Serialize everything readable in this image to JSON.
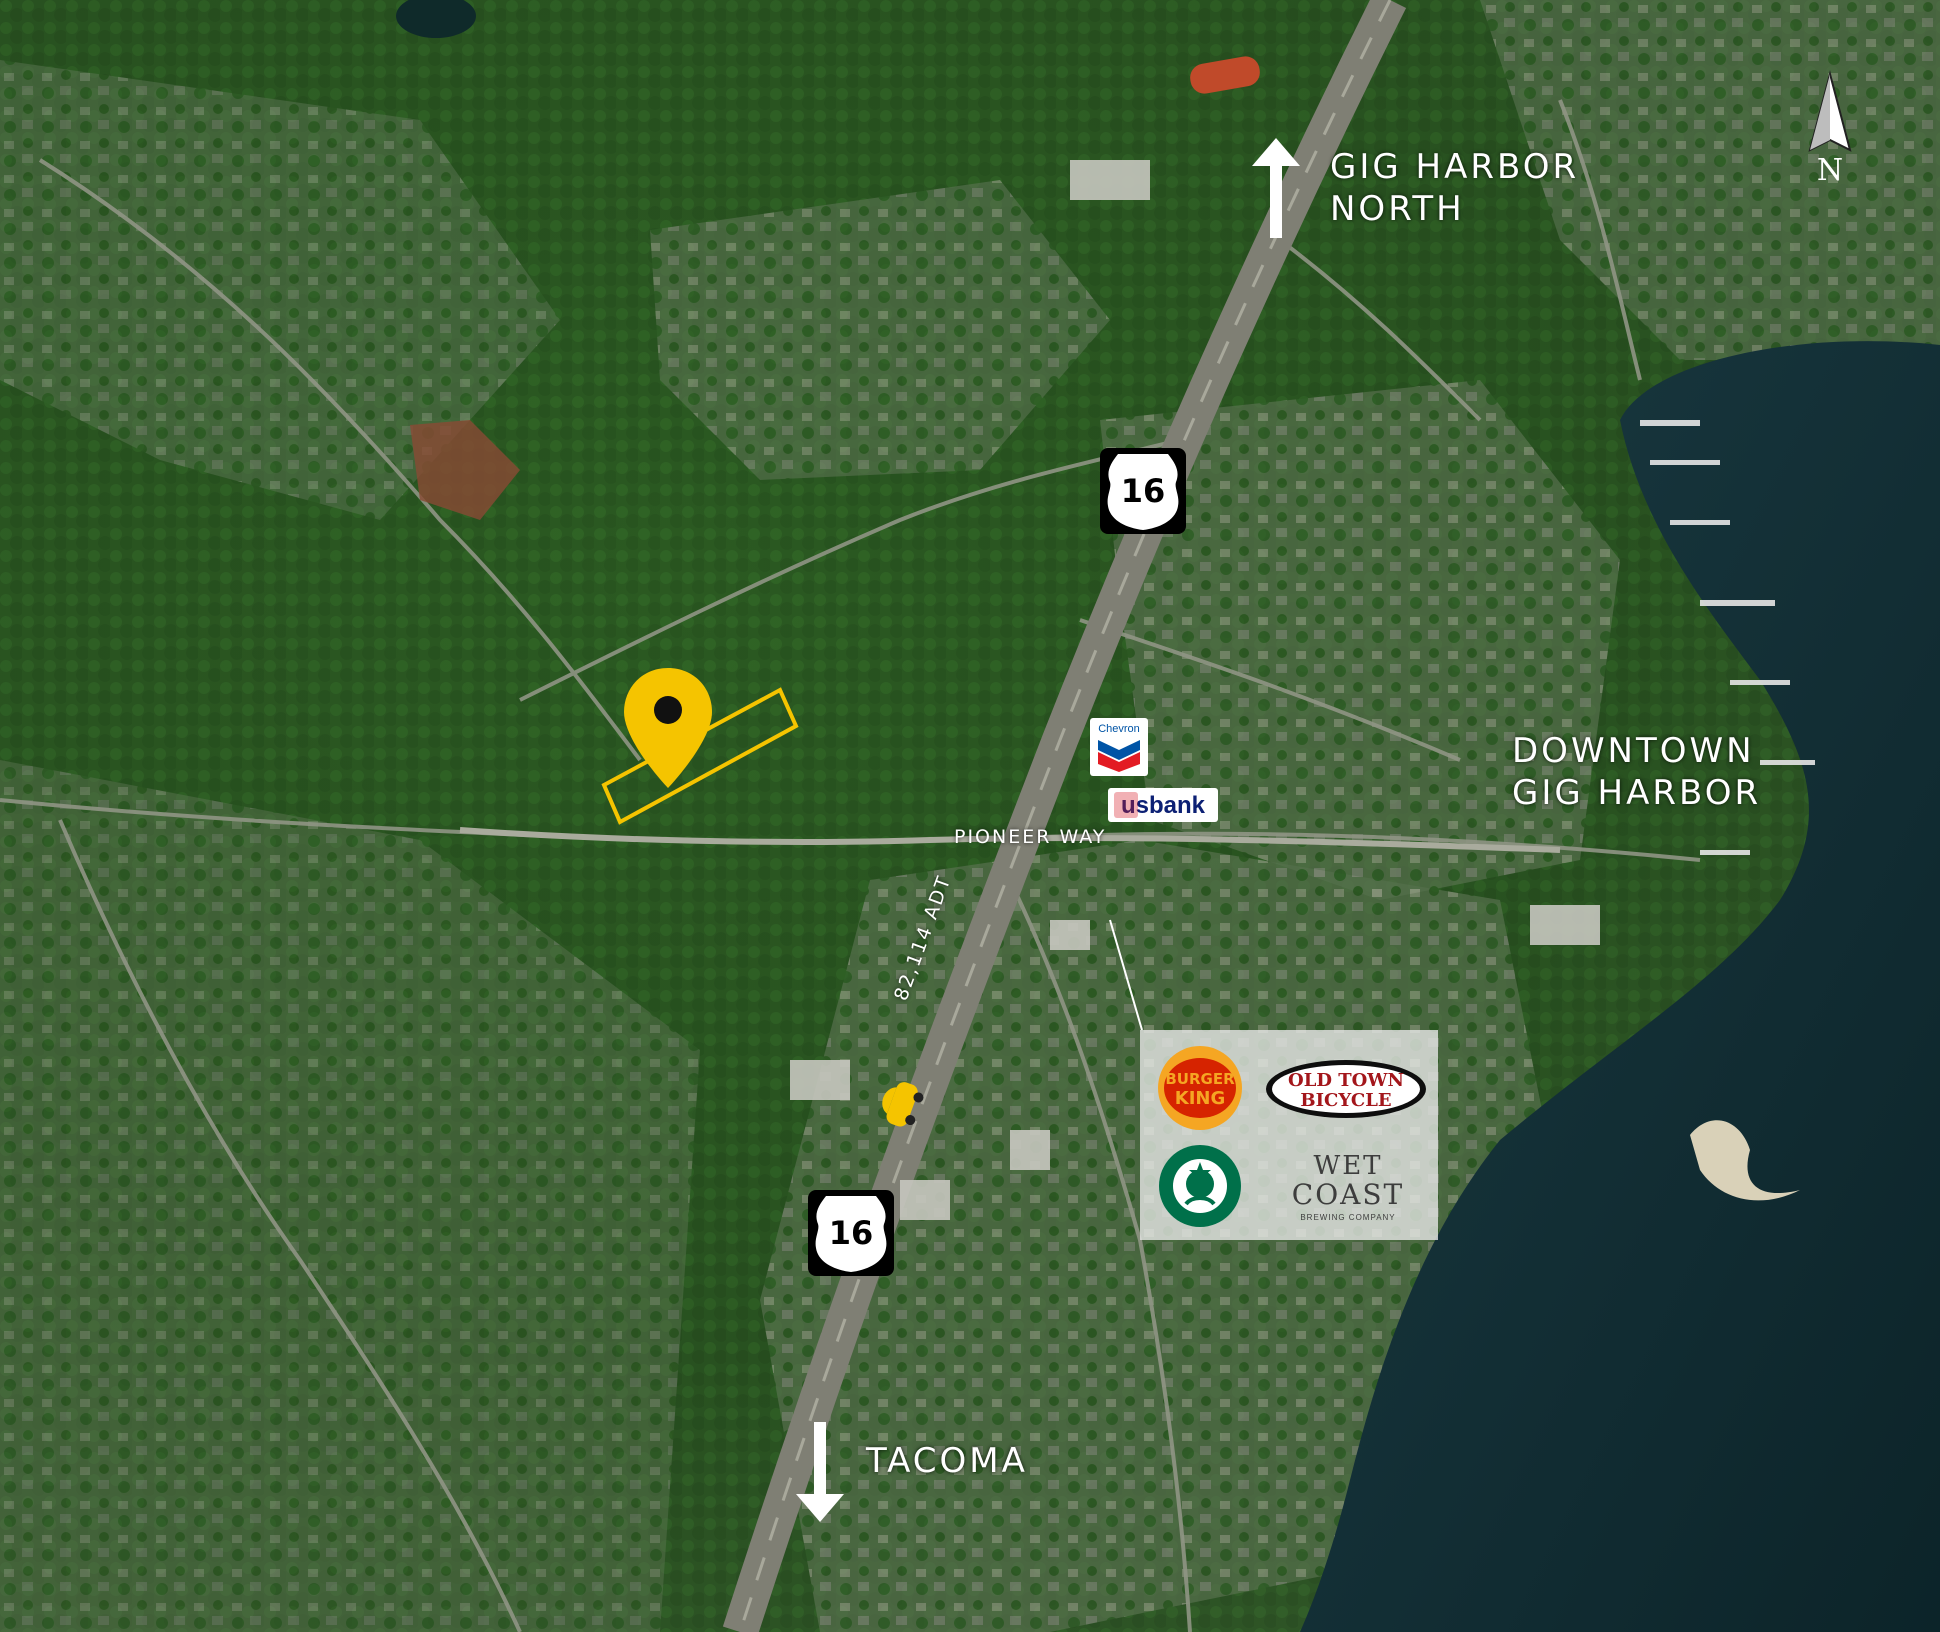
{
  "labels": {
    "gig_harbor_north_1": "GIG HARBOR",
    "gig_harbor_north_2": "NORTH",
    "downtown_1": "DOWNTOWN",
    "downtown_2": "GIG HARBOR",
    "tacoma": "TACOMA",
    "pioneer_way": "PIONEER WAY",
    "traffic_count": "82,114 ADT",
    "compass": "N"
  },
  "highway": {
    "number": "16"
  },
  "brands": {
    "chevron": "Chevron",
    "usbank": "usbank",
    "burger_king_1": "BURGER",
    "burger_king_2": "KING",
    "old_town_1": "OLD TOWN",
    "old_town_2": "BICYCLE",
    "wet_coast_1": "WET",
    "wet_coast_2": "COAST",
    "wet_coast_3": "BREWING COMPANY"
  },
  "colors": {
    "accent_yellow": "#f5c400",
    "water": "#0f2a33",
    "forest": "#2c5a22",
    "white": "#ffffff"
  }
}
